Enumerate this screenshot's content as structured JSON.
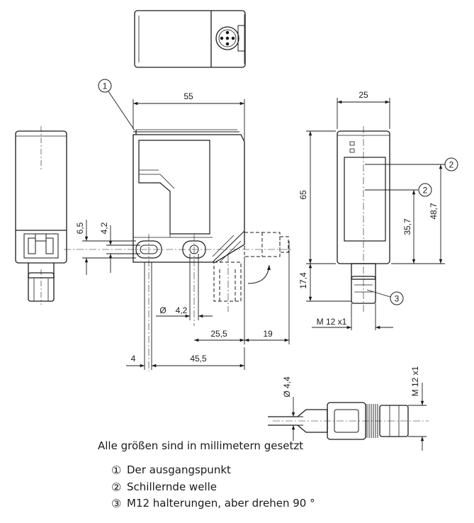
{
  "dimensions": {
    "d55": "55",
    "d25": "25",
    "d65": "65",
    "d6_5": "6,5",
    "d4_2_vert": "4,2",
    "d35_7": "35,7",
    "d48_7": "48,7",
    "d17_4": "17,4",
    "d_diam": "Ø",
    "d4_2_hole": "4,2",
    "d25_5": "25,5",
    "d19": "19",
    "d4": "4",
    "d45_5": "45,5",
    "m12": "M 12 x1",
    "d4_4": "Ø  4,4",
    "m12_vert": "M 12 x1"
  },
  "callouts": {
    "c1": "1",
    "c2a": "2",
    "c2b": "2",
    "c3": "3"
  },
  "caption": "Alle größen sind in millimetern gesetzt",
  "legend": [
    {
      "num": "①",
      "text": "Der ausgangspunkt"
    },
    {
      "num": "②",
      "text": "Schillernde welle"
    },
    {
      "num": "③",
      "text": "M12 halterungen, aber drehen 90 °"
    }
  ]
}
